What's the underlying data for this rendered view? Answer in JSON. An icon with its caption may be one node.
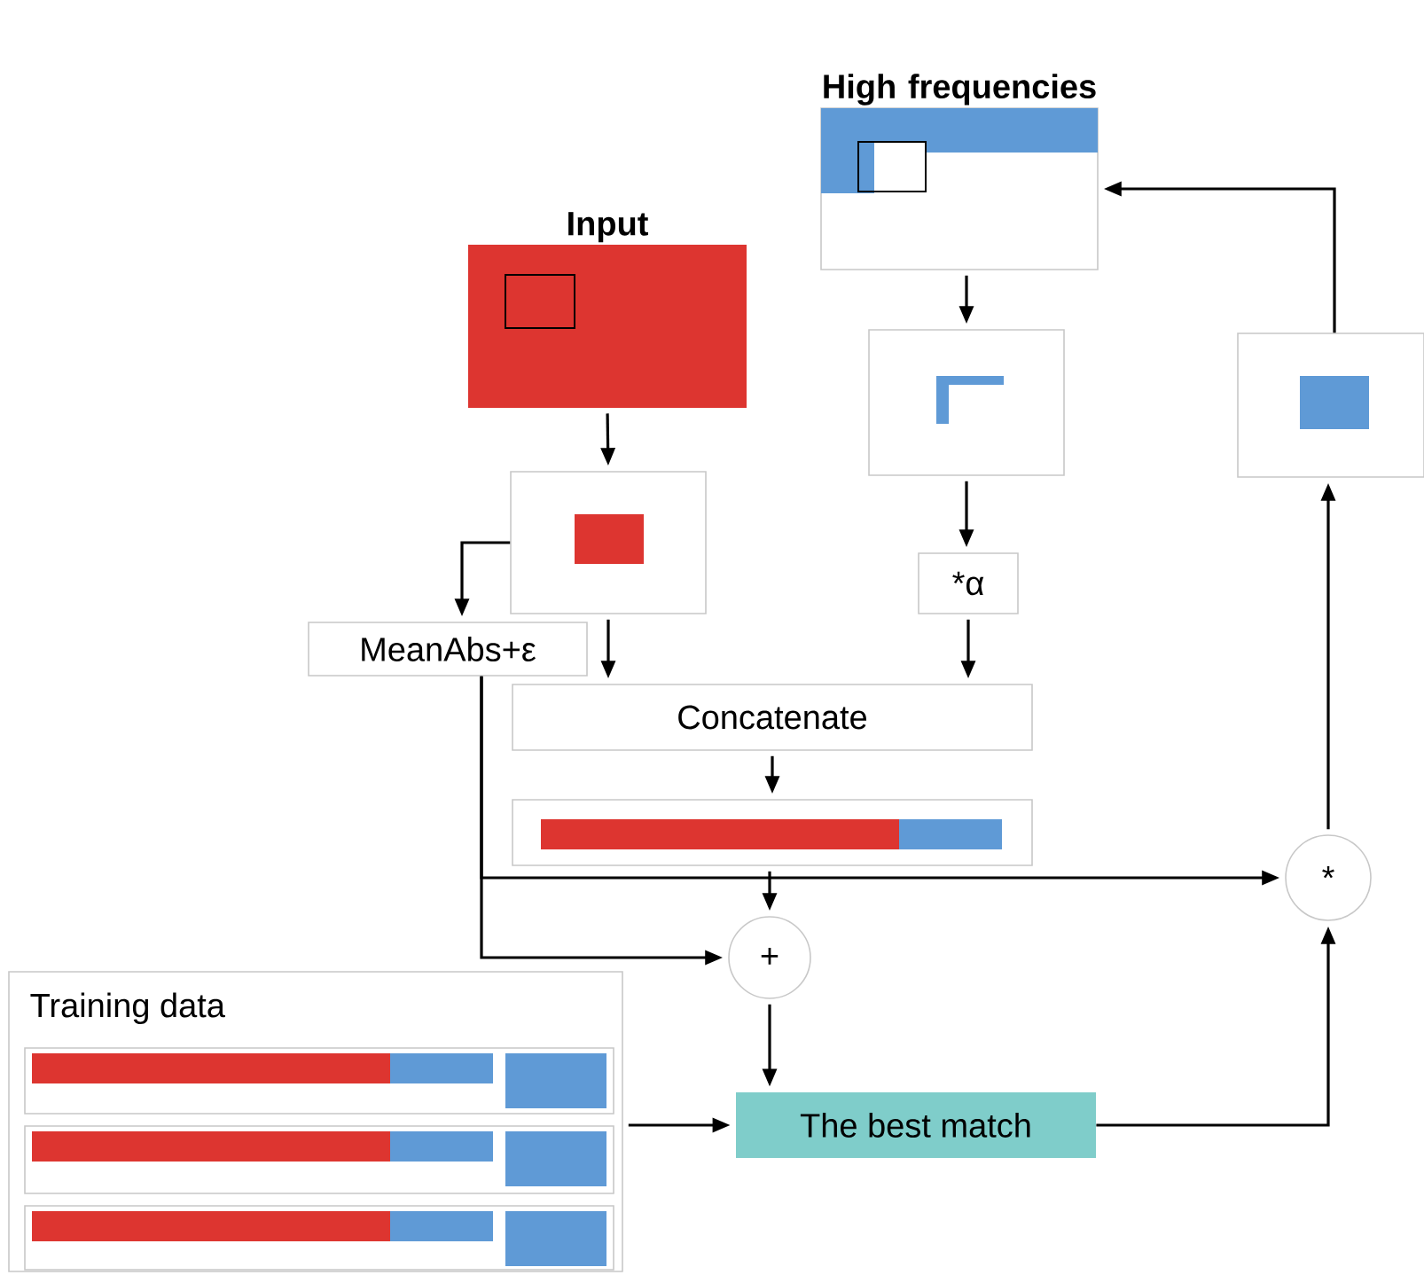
{
  "diagram": {
    "nodes": [
      {
        "text": [
          "Input"
        ]
      },
      {
        "text": [],
        "shape": "box"
      },
      {
        "text": [
          "MeanAbs+ε"
        ]
      },
      {
        "text": [
          "High frequencies"
        ]
      },
      {
        "text": [],
        "shape": "box"
      },
      {
        "text": [
          "*α"
        ]
      },
      {
        "text": [
          "Concatenate"
        ]
      },
      {
        "text": [],
        "shape": "box"
      },
      {
        "text": [
          "+"
        ]
      },
      {
        "text": [
          "*"
        ]
      },
      {
        "text": [],
        "shape": "box"
      },
      {
        "text": [
          "Training data"
        ]
      },
      {
        "text": [],
        "shape": "box",
        "in": 11
      },
      {
        "text": [],
        "shape": "box",
        "in": 11
      },
      {
        "text": [],
        "shape": "box",
        "in": 11
      },
      {
        "text": [
          "The best match"
        ]
      }
    ],
    "edges": [
      {
        "from": 0,
        "to": 1,
        "arrow": "to"
      },
      {
        "from": 1,
        "to": 2,
        "arrow": "to"
      },
      {
        "from": 1,
        "to": 6,
        "arrow": "to"
      },
      {
        "from": 3,
        "to": 4,
        "arrow": "to"
      },
      {
        "from": 4,
        "to": 5,
        "arrow": "to"
      },
      {
        "from": 5,
        "to": 6,
        "arrow": "to"
      },
      {
        "from": 6,
        "to": 7,
        "arrow": "to"
      },
      {
        "from": 7,
        "to": 8,
        "arrow": "to"
      },
      {
        "from": 2,
        "to": 9,
        "arrow": "to"
      },
      {
        "from": 2,
        "to": 8,
        "arrow": "to"
      },
      {
        "from": 8,
        "to": 15,
        "arrow": "to"
      },
      {
        "from": 11,
        "to": 15,
        "arrow": "to"
      },
      {
        "from": 15,
        "to": 9,
        "arrow": "to"
      },
      {
        "from": 9,
        "to": 10,
        "arrow": "to"
      },
      {
        "from": 10,
        "to": 3,
        "arrow": "to"
      }
    ]
  }
}
